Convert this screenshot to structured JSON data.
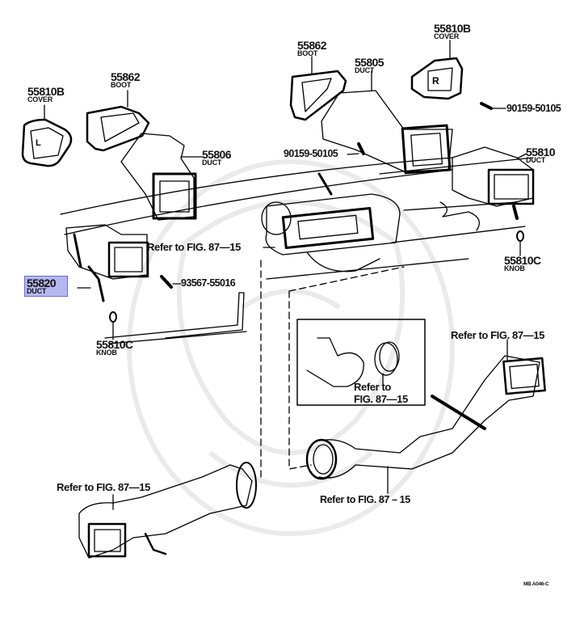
{
  "diagram": {
    "figure_code": "MB A046-C",
    "highlight_color": "#6060dc",
    "parts": [
      {
        "id": "cover-left",
        "number": "55810B",
        "name": "COVER"
      },
      {
        "id": "boot-left",
        "number": "55862",
        "name": "BOOT"
      },
      {
        "id": "duct-left-center",
        "number": "55806",
        "name": "DUCT"
      },
      {
        "id": "boot-right",
        "number": "55862",
        "name": "BOOT"
      },
      {
        "id": "duct-right-center",
        "number": "55805",
        "name": "DUCT"
      },
      {
        "id": "cover-right",
        "number": "55810B",
        "name": "COVER"
      },
      {
        "id": "duct-right",
        "number": "55810",
        "name": "DUCT"
      },
      {
        "id": "knob-right",
        "number": "55810C",
        "name": "KNOB"
      },
      {
        "id": "duct-left",
        "number": "55820",
        "name": "DUCT",
        "highlighted": true
      },
      {
        "id": "knob-left",
        "number": "55810C",
        "name": "KNOB"
      }
    ],
    "fasteners": [
      {
        "id": "screw-right",
        "number": "90159-50105"
      },
      {
        "id": "screw-center",
        "number": "90159-50105"
      },
      {
        "id": "clip-left",
        "number": "93567-55016"
      }
    ],
    "references": [
      {
        "id": "ref-center",
        "text": "Refer to FIG. 87—15"
      },
      {
        "id": "ref-right-upper",
        "text": "Refer to FIG. 87—15"
      },
      {
        "id": "ref-inset-line1",
        "text": "Refer to"
      },
      {
        "id": "ref-inset-line2",
        "text": "FIG. 87—15"
      },
      {
        "id": "ref-lower-left",
        "text": "Refer to FIG. 87—15"
      },
      {
        "id": "ref-lower-right",
        "text": "Refer to FIG. 87 – 15"
      }
    ],
    "glyphs": {
      "left_cover_mark": "L",
      "right_cover_mark": "R"
    }
  }
}
